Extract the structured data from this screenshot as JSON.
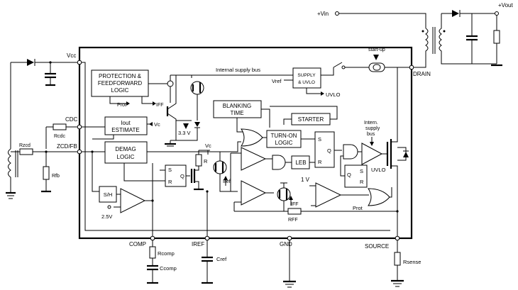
{
  "diagram": {
    "pins": {
      "vcc": "Vcc",
      "cdc": "CDC",
      "zcd_fb": "ZCD/FB",
      "comp": "COMP",
      "iref": "IREF",
      "gnd": "GND",
      "source": "SOURCE",
      "drain": "DRAIN"
    },
    "external": {
      "vin": "+Vin",
      "vout": "+Vout",
      "startup": "start-up",
      "rcdc": "Rcdc",
      "rzcd": "Rzcd",
      "rfb": "Rfb",
      "rcomp": "Rcomp",
      "ccomp": "Ccomp",
      "cref": "Cref",
      "rsense": "Rsense"
    },
    "blocks": {
      "protection_l1": "PROTECTION &",
      "protection_l2": "FEEDFORWARD",
      "protection_l3": "LOGIC",
      "iout_l1": "Iout",
      "iout_l2": "ESTIMATE",
      "demag_l1": "DEMAG",
      "demag_l2": "LOGIC",
      "blanking_l1": "BLANKING",
      "blanking_l2": "TIME",
      "starter": "STARTER",
      "turnon_l1": "TURN-ON",
      "turnon_l2": "LOGIC",
      "supply_l1": "SUPPLY",
      "supply_l2": "& UVLO",
      "leb": "LEB",
      "sh": "S/H"
    },
    "signals": {
      "internal_bus": "Internal supply bus",
      "vref": "Vref",
      "uvlo": "UVLO",
      "uvlo2": "UVLO",
      "prot": "Prot",
      "prot2": "Prot",
      "iff": "IFF",
      "iff2": "IFF",
      "v33": "3.3 V",
      "vc1": "Vc",
      "vc2": "Vc",
      "iref": "Iref",
      "v25": "2.5V",
      "v1": "1 V",
      "rff": "RFF",
      "intern_l1": "Intern.",
      "intern_l2": "supply",
      "intern_l3": "bus",
      "s": "S",
      "r": "R",
      "q": "Q"
    }
  }
}
